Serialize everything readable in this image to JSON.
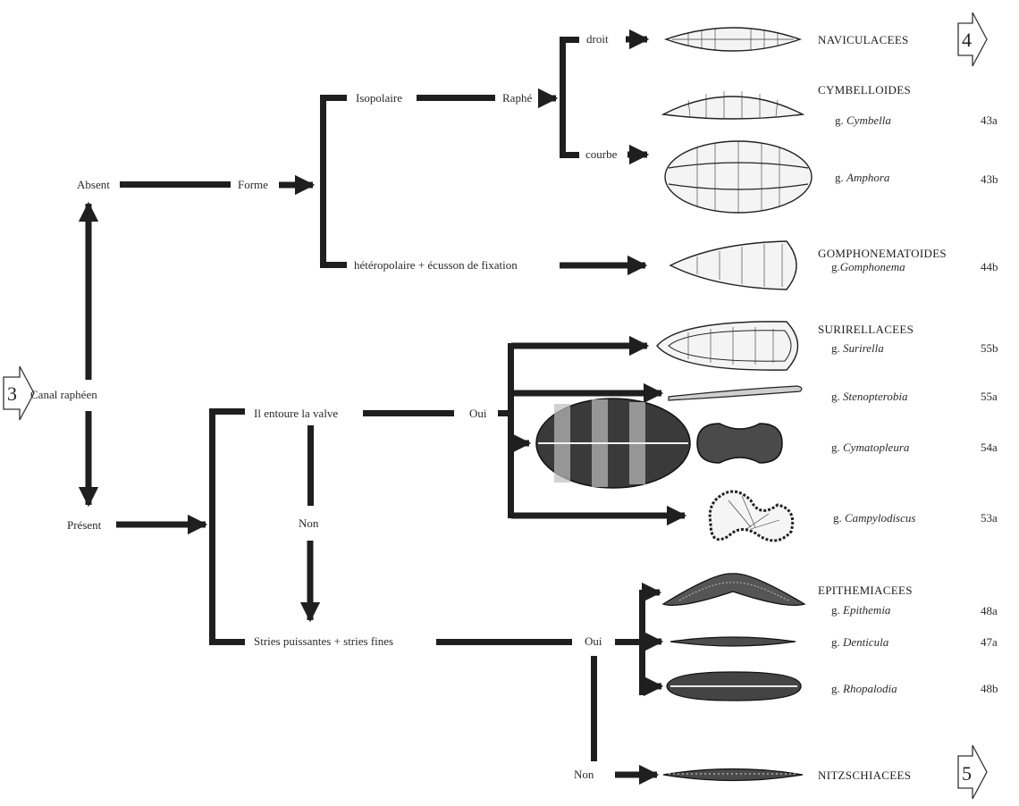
{
  "nodes": {
    "canal": "Canal raphéen",
    "absent": "Absent",
    "present": "Présent",
    "forme": "Forme",
    "isopolaire": "Isopolaire",
    "raphe": "Raphé",
    "droit": "droit",
    "courbe": "courbe",
    "heteropolaire": "hétéropolaire + écusson de fixation",
    "entoure": "Il entoure la valve",
    "oui1": "Oui",
    "non1": "Non",
    "stries": "Stries puissantes + stries fines",
    "oui2": "Oui",
    "non2": "Non"
  },
  "families": {
    "naviculacees": "NAVICULACEES",
    "cymbelloides": "CYMBELLOIDES",
    "gomphonematoides": "GOMPHONEMATOIDES",
    "surirellacees": "SURIRELLACEES",
    "epithemiacees": "EPITHEMIACEES",
    "nitzschiacees": "NITZSCHIACEES"
  },
  "genera": [
    {
      "prefix": "g. ",
      "name": "Cymbella",
      "ref": "43a"
    },
    {
      "prefix": "g. ",
      "name": "Amphora",
      "ref": "43b"
    },
    {
      "prefix": "g.",
      "name": "Gomphonema",
      "ref": "44b"
    },
    {
      "prefix": "g. ",
      "name": "Surirella",
      "ref": "55b"
    },
    {
      "prefix": "g. ",
      "name": "Stenopterobia",
      "ref": "55a"
    },
    {
      "prefix": "g. ",
      "name": "Cymatopleura",
      "ref": "54a"
    },
    {
      "prefix": "g. ",
      "name": "Campylodiscus",
      "ref": "53a"
    },
    {
      "prefix": "g. ",
      "name": "Epithemia",
      "ref": "48a"
    },
    {
      "prefix": "g. ",
      "name": "Denticula",
      "ref": "47a"
    },
    {
      "prefix": "g. ",
      "name": "Rhopalodia",
      "ref": "48b"
    }
  ],
  "pages": {
    "in": "3",
    "out_top": "4",
    "out_bottom": "5"
  }
}
